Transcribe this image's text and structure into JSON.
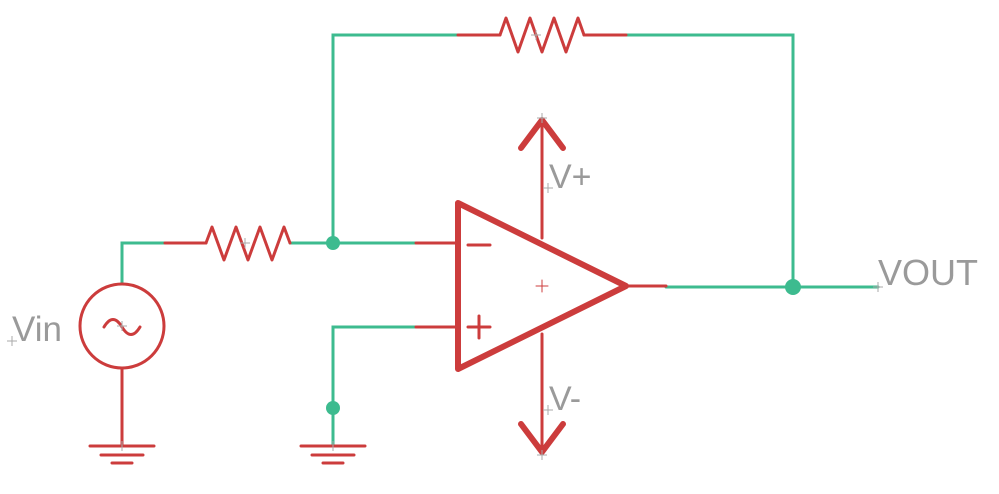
{
  "labels": {
    "vin": "Vin",
    "vout": "VOUT",
    "vplus": "V+",
    "vminus": "V-"
  },
  "colors": {
    "wire": "#3dbb8f",
    "part": "#cc3c3c",
    "label": "#9a9a9a"
  }
}
